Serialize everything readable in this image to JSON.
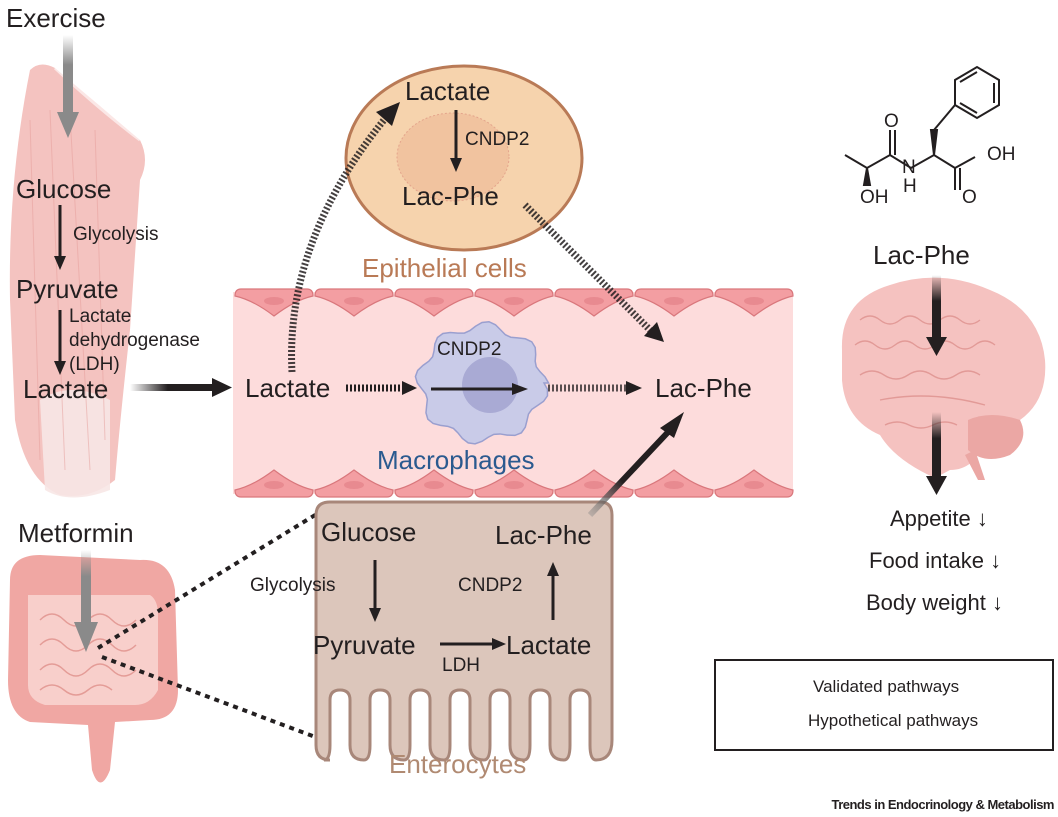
{
  "title": "Lac-Phe pathway overview",
  "colors": {
    "muscle": "#f2b8b5",
    "epithelial_fill": "#f6d3ad",
    "epithelial_stroke": "#b97a56",
    "epithelial_label": "#b97a56",
    "vessel_fill": "#fddcdc",
    "vessel_cells": "#f39ea2",
    "macrophage_fill": "#c9cbe8",
    "macrophage_label": "#2b5a8f",
    "enterocyte_fill": "#dcc6bb",
    "enterocyte_stroke": "#a8877a",
    "enterocyte_label": "#b08a72",
    "brain": "#f5c2c0",
    "arrow": "#231f20",
    "gray_arrow": "#8a8a8a"
  },
  "muscle": {
    "exercise": "Exercise",
    "glucose": "Glucose",
    "glycolysis": "Glycolysis",
    "pyruvate": "Pyruvate",
    "ldh_line1": "Lactate",
    "ldh_line2": "dehydrogenase",
    "ldh_line3": "(LDH)",
    "lactate": "Lactate"
  },
  "epithelial": {
    "lactate": "Lactate",
    "enzyme": "CNDP2",
    "lacphe": "Lac-Phe",
    "label": "Epithelial cells"
  },
  "vessel": {
    "lactate": "Lactate",
    "enzyme": "CNDP2",
    "lacphe": "Lac-Phe",
    "macrophage_label": "Macrophages"
  },
  "gut": {
    "metformin": "Metformin"
  },
  "enterocyte": {
    "glucose": "Glucose",
    "glycolysis": "Glycolysis",
    "pyruvate": "Pyruvate",
    "ldh": "LDH",
    "lactate": "Lactate",
    "enzyme": "CNDP2",
    "lacphe": "Lac-Phe",
    "label": "Enterocytes"
  },
  "molecule": {
    "atoms": {
      "o1": "O",
      "oh1": "OH",
      "n": "N",
      "h": "H",
      "oh2": "OH",
      "o2": "O"
    },
    "name": "Lac-Phe"
  },
  "effects": {
    "items": [
      {
        "label": "Appetite",
        "arrow": "↓"
      },
      {
        "label": "Food intake",
        "arrow": "↓"
      },
      {
        "label": "Body weight",
        "arrow": "↓"
      }
    ]
  },
  "legend": {
    "validated": "Validated pathways",
    "hypothetical": "Hypothetical pathways"
  },
  "footer": {
    "journal": "Trends in Endocrinology & Metabolism"
  }
}
